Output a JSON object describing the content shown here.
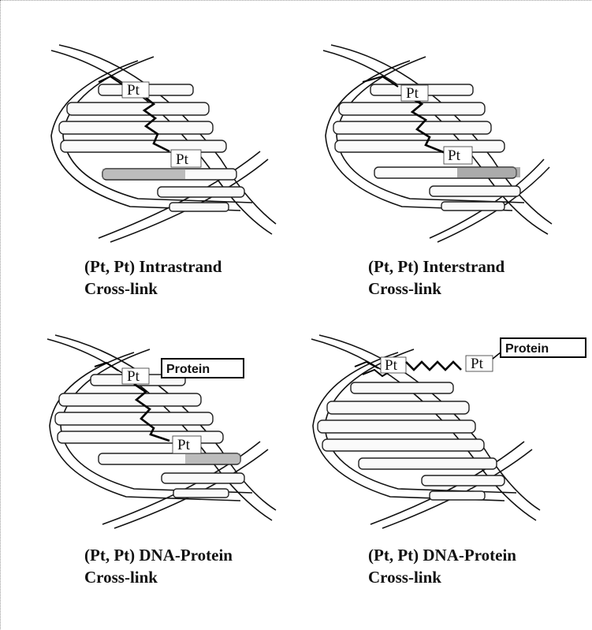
{
  "panels": [
    {
      "pt_labels": [
        "Pt",
        "Pt"
      ],
      "protein_label": "",
      "caption": [
        "(Pt, Pt) Intrastrand",
        "Cross-link"
      ]
    },
    {
      "pt_labels": [
        "Pt",
        "Pt"
      ],
      "protein_label": "",
      "caption": [
        "(Pt, Pt) Interstrand",
        "Cross-link"
      ]
    },
    {
      "pt_labels": [
        "Pt",
        "Pt"
      ],
      "protein_label": "Protein",
      "caption": [
        "(Pt, Pt) DNA-Protein",
        "Cross-link"
      ]
    },
    {
      "pt_labels": [
        "Pt",
        "Pt"
      ],
      "protein_label": "Protein",
      "caption": [
        "(Pt, Pt) DNA-Protein",
        "Cross-link"
      ]
    }
  ]
}
